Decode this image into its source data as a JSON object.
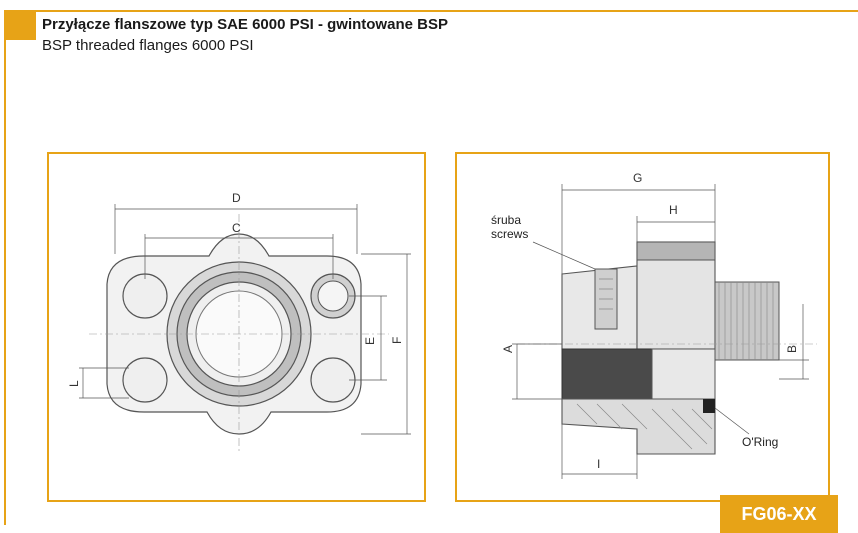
{
  "header": {
    "title": "Przyłącze flanszowe typ SAE 6000 PSI - gwintowane BSP",
    "subtitle": "BSP threaded flanges 6000 PSI"
  },
  "front_view": {
    "dimensions": {
      "d": "D",
      "c": "C",
      "e": "E",
      "f": "F",
      "l": "L"
    }
  },
  "side_view": {
    "dimensions": {
      "g": "G",
      "h": "H",
      "a": "A",
      "b": "B",
      "i": "I"
    },
    "screw_label_pl": "śruba",
    "screw_label_en": "screws",
    "oring_label": "O'Ring"
  },
  "product_code": "FG06-XX",
  "colors": {
    "accent": "#e7a317"
  }
}
